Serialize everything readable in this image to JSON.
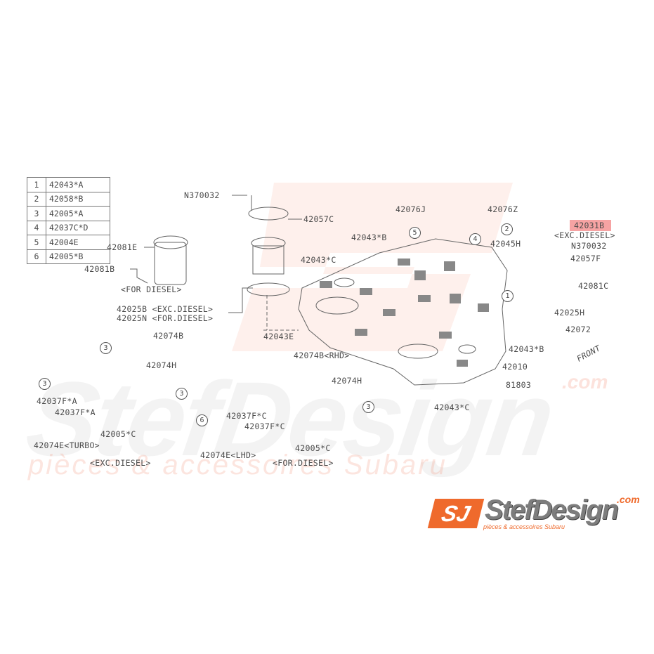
{
  "legend_table": [
    {
      "num": "1",
      "part": "42043*A"
    },
    {
      "num": "2",
      "part": "42058*B"
    },
    {
      "num": "3",
      "part": "42005*A"
    },
    {
      "num": "4",
      "part": "42037C*D"
    },
    {
      "num": "5",
      "part": "42004E"
    },
    {
      "num": "6",
      "part": "42005*B"
    }
  ],
  "labels": {
    "n370032_a": "N370032",
    "p42057c": "42057C",
    "p42081e": "42081E",
    "p42081b": "42081B",
    "for_diesel_a": "<FOR DIESEL>",
    "p42025b": "42025B <EXC.DIESEL>",
    "p42025n": "42025N <FOR.DIESEL>",
    "p42076j": "42076J",
    "p42076z": "42076Z",
    "p42043b_a": "42043*B",
    "p42043c_a": "42043*C",
    "p42031b": "42031B",
    "exc_diesel_a": "<EXC.DIESEL>",
    "p42045h": "42045H",
    "n370032_b": "N370032",
    "p42057f": "42057F",
    "p42081c": "42081C",
    "p42025h": "42025H",
    "p42072": "42072",
    "p42043e": "42043E",
    "p42043b_b": "42043*B",
    "p42010": "42010",
    "front": "FRONT",
    "p42043c_b": "42043*C",
    "p81803": "81803",
    "p42074b": "42074B",
    "p42074h_a": "42074H",
    "p42037fa_1": "42037F*A",
    "p42037fa_2": "42037F*A",
    "p42005c_a": "42005*C",
    "p42074e_turbo": "42074E<TURBO>",
    "exc_diesel_b": "<EXC.DIESEL>",
    "p42074b_rhd": "42074B<RHD>",
    "p42074h_b": "42074H",
    "p42037fc_1": "42037F*C",
    "p42037fc_2": "42037F*C",
    "p42005c_b": "42005*C",
    "p42074e_lhd": "42074E<LHD>",
    "for_diesel_b": "<FOR.DIESEL>"
  },
  "callouts": {
    "c5": "5",
    "c4": "4",
    "c2": "2",
    "c1": "1",
    "c3a": "3",
    "c3b": "3",
    "c3c": "3",
    "c3d": "3",
    "c6": "6"
  },
  "watermark": {
    "brand": "StefDesign",
    "com": ".com",
    "tagline": "pièces & accessoires Subaru"
  },
  "logo": {
    "mark": "SJ",
    "name": "StefDesign",
    "com": ".com",
    "tagline": "pièces & accessoires Subaru"
  },
  "colors": {
    "highlight": "#f6a3a3",
    "brand_orange": "#ef6a2c",
    "line": "#555555"
  }
}
